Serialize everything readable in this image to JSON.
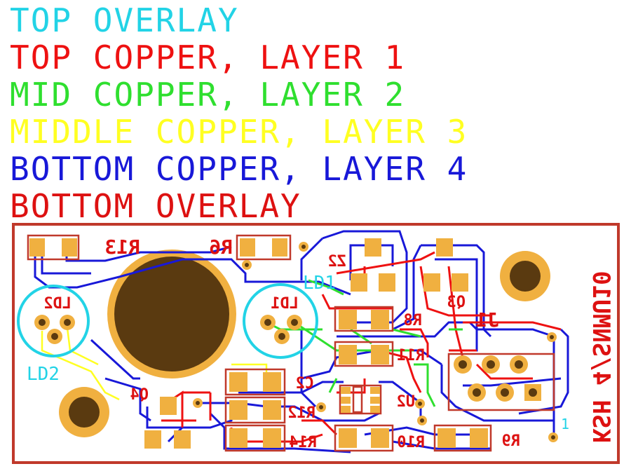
{
  "legend": [
    {
      "label": "TOP OVERLAY",
      "color": "#22d3e6"
    },
    {
      "label": "TOP COPPER, LAYER 1",
      "color": "#ee1111"
    },
    {
      "label": "MID COPPER, LAYER 2",
      "color": "#2fdf2f"
    },
    {
      "label": "MIDDLE COPPER, LAYER 3",
      "color": "#ffff22"
    },
    {
      "label": "BOTTOM COPPER, LAYER 4",
      "color": "#1818d8"
    },
    {
      "label": "BOTTOM OVERLAY",
      "color": "#dd1111"
    }
  ],
  "colors": {
    "board_outline": "#c0392b",
    "pad": "#f0b040",
    "hole": "#5a3a10",
    "top_overlay": "#22d3e6",
    "top_copper": "#ee1111",
    "mid_copper": "#2fdf2f",
    "middle_copper": "#ffff22",
    "bottom_copper": "#1818d8",
    "bottom_overlay": "#dd1111"
  },
  "top_overlay_labels": {
    "ld1": "LD1",
    "ld2": "LD2",
    "pin1": "1"
  },
  "bottom_overlay_labels": {
    "r13": "R13",
    "r6": "R6",
    "z2": "Z2",
    "ld2": "LD2",
    "ld1": "LD1",
    "q3": "Q3",
    "j1": "J1",
    "r8": "R8",
    "r11": "R11",
    "c2": "C2",
    "q4": "Q4",
    "u2": "U2",
    "r12": "R12",
    "r14": "R14",
    "r10": "R10",
    "r9": "R9",
    "board_title": "KSH 4/SNMU10"
  }
}
